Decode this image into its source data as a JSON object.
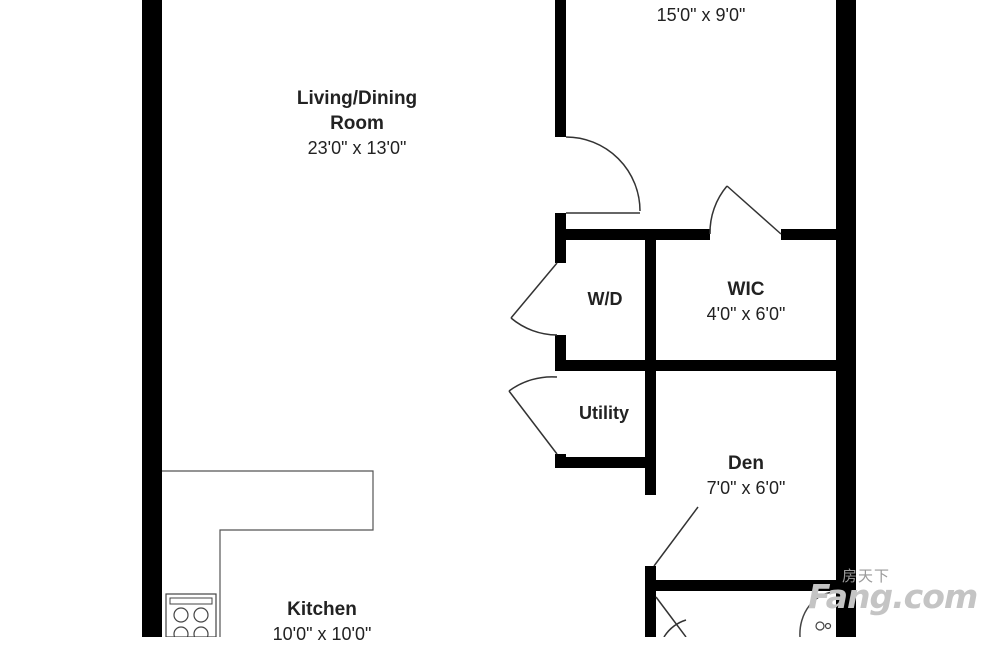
{
  "rooms": {
    "living": {
      "name_line1": "Living/Dining",
      "name_line2": "Room",
      "dims": "23'0\" x 13'0\""
    },
    "bedroom": {
      "dims": "15'0\" x 9'0\""
    },
    "wd": {
      "name": "W/D"
    },
    "wic": {
      "name": "WIC",
      "dims": "4'0\" x 6'0\""
    },
    "utility": {
      "name": "Utility"
    },
    "den": {
      "name": "Den",
      "dims": "7'0\" x 6'0\""
    },
    "kitchen": {
      "name": "Kitchen",
      "dims": "10'0\" x 10'0\""
    }
  },
  "watermark": {
    "chinese": "房天下",
    "latin": "Fang.com"
  },
  "colors": {
    "wall": "#000000",
    "line": "#333333",
    "background": "#ffffff",
    "watermark": "#c4c4c4"
  }
}
